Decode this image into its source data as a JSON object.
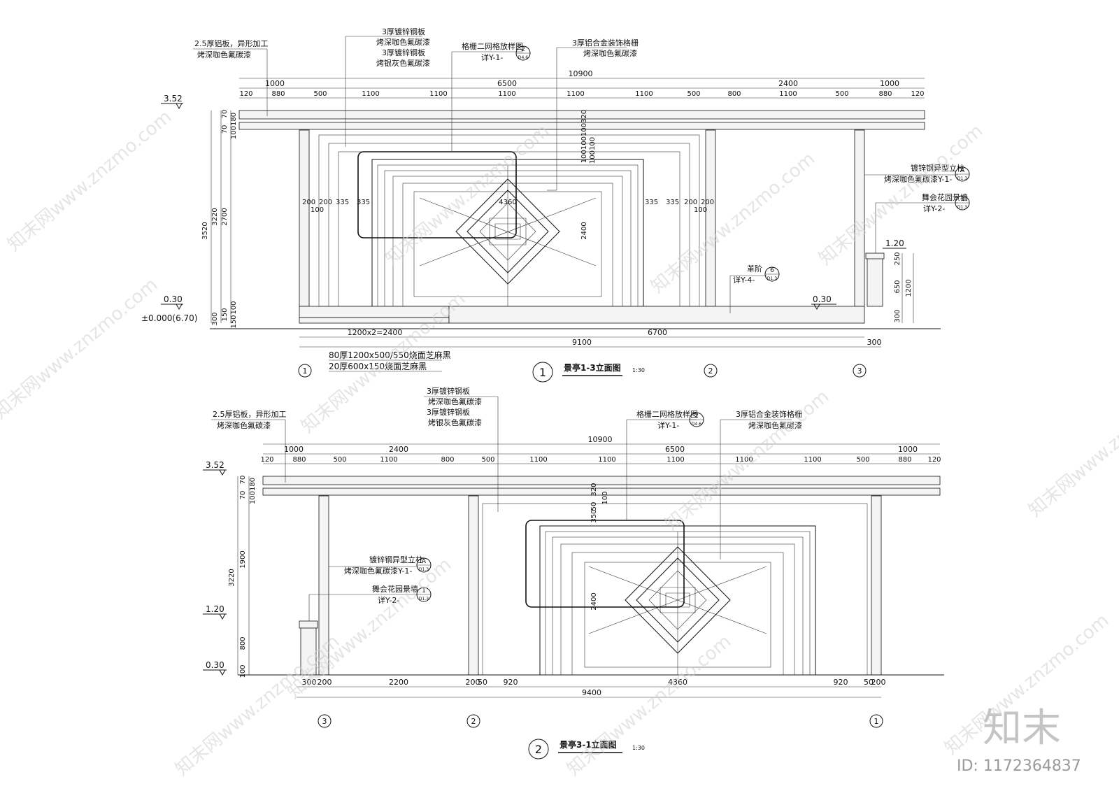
{
  "elevation1": {
    "title": "景亭1-3立面图",
    "scale": "1:30",
    "index_num": "1",
    "overall_dim": "10900",
    "top_dims_l2": [
      "1000",
      "6500",
      "2400",
      "1000"
    ],
    "top_dims_l3": [
      "120",
      "880",
      "500",
      "1100",
      "1100",
      "1100",
      "1100",
      "1100",
      "500",
      "800",
      "1100",
      "500",
      "880",
      "120"
    ],
    "levels": {
      "top": "3.52",
      "mid": "0.30",
      "base": "±0.000(6.70)",
      "wall": "1.20",
      "step": "0.30"
    },
    "left_dims": [
      "3520",
      "3220",
      "2700",
      "70",
      "70",
      "100180",
      "150",
      "100",
      "300",
      "150"
    ],
    "right_dims": [
      "250",
      "650",
      "1200",
      "300"
    ],
    "inner_dims": [
      "200",
      "200",
      "335",
      "335",
      "100",
      "4360",
      "335",
      "335",
      "200",
      "200",
      "100",
      "2400",
      "100100100320",
      "100100"
    ],
    "bottom_dims": {
      "stairs": "1200x2=2400",
      "width": "9100",
      "right": "6700",
      "end": "300"
    },
    "axes": [
      "1",
      "2",
      "3"
    ],
    "notes": {
      "alum": [
        "2.5厚铝板，异形加工",
        "烤深咖色氟碳漆"
      ],
      "steel": [
        "3厚镀锌钢板",
        "烤深咖色氟碳漆",
        "3厚镀锌钢板",
        "烤银灰色氟碳漆"
      ],
      "grille": [
        "格栅二网格放样图",
        "详Y-1-"
      ],
      "grille_ref": {
        "num": "2",
        "sheet": "D4.6"
      },
      "alloy": [
        "3厚铝合金装饰格栅",
        "烤深咖色氟碳漆"
      ],
      "column": [
        "镀锌钢异型立柱",
        "烤深咖色氟碳漆Y-1-"
      ],
      "column_ref": {
        "num": "A",
        "sheet": "D1.3"
      },
      "wall": [
        "舞会花园景墙",
        "详Y-2-"
      ],
      "wall_ref": {
        "num": "1",
        "sheet": "D1.3"
      },
      "step": [
        "革阶",
        "详Y-4-"
      ],
      "step_ref": {
        "num": "6",
        "sheet": "D1.3"
      },
      "paving": [
        "80厚1200x500/550烧面芝麻黑",
        "20厚600x150烧面芝麻黑"
      ]
    }
  },
  "elevation2": {
    "title": "景亭3-1立面图",
    "scale": "1:30",
    "index_num": "2",
    "overall_dim": "10900",
    "top_dims_l2": [
      "1000",
      "2400",
      "6500",
      "1000"
    ],
    "top_dims_l3": [
      "120",
      "880",
      "500",
      "1100",
      "800",
      "500",
      "1100",
      "1100",
      "1100",
      "1100",
      "1100",
      "500",
      "880",
      "120"
    ],
    "levels": {
      "top": "3.52",
      "mid": "1.20",
      "base": "0.30"
    },
    "left_dims": [
      "3220",
      "1900",
      "800",
      "100",
      "70",
      "70",
      "100180"
    ],
    "inner_dims": [
      "320",
      "100",
      "350",
      "50",
      "2400"
    ],
    "bottom_dims": [
      "300",
      "200",
      "2200",
      "200",
      "50",
      "920",
      "4360",
      "920",
      "50",
      "200"
    ],
    "total_width": "9400",
    "axes": [
      "3",
      "2",
      "1"
    ],
    "notes": {
      "alum": [
        "2.5厚铝板，异形加工",
        "烤深咖色氟碳漆"
      ],
      "steel": [
        "3厚镀锌钢板",
        "烤深咖色氟碳漆",
        "3厚镀锌钢板",
        "烤银灰色氟碳漆"
      ],
      "grille": [
        "格栅二网格放样图",
        "详Y-1-"
      ],
      "grille_ref": {
        "num": "2",
        "sheet": "D4.6"
      },
      "alloy": [
        "3厚铝合金装饰格栅",
        "烤深咖色氟碳漆"
      ],
      "column": [
        "镀锌钢异型立柱",
        "烤深咖色氟碳漆Y-1-"
      ],
      "column_ref": {
        "num": "A",
        "sheet": "D1.3"
      },
      "wall": [
        "舞会花园景墙",
        "详Y-2-"
      ],
      "wall_ref": {
        "num": "1",
        "sheet": "D1.3"
      }
    }
  },
  "watermark": {
    "site": "知末网www.znzmo.com",
    "logo": "知末",
    "id": "ID: 1172364837"
  },
  "colors": {
    "line": "#111111",
    "watermark": "#c8c8c8"
  }
}
